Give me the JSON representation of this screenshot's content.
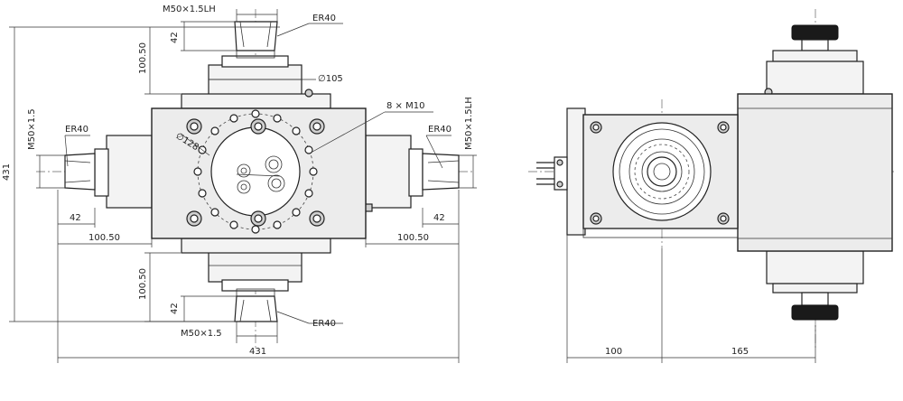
{
  "labels": {
    "m50_lh_top": "M50×1.5LH",
    "er40_top": "ER40",
    "dim_42_top": "42",
    "dim_100_50_top": "100.50",
    "phi_105": "∅105",
    "m10": "8 × M10",
    "phi_128": "∅128",
    "er40_left": "ER40",
    "m50_left": "M50×1.5",
    "dim_431_vertical": "431",
    "dim_42_left": "42",
    "dim_100_50_left": "100.50",
    "er40_right": "ER40",
    "m50_lh_right": "M50×1.5LH",
    "dim_42_right": "42",
    "dim_100_50_right": "100.50",
    "dim_100_50_bottom": "100.50",
    "dim_42_bottom": "42",
    "er40_bottom": "ER40",
    "m50_bottom": "M50×1.5",
    "dim_431_horizontal": "431",
    "dim_100_side": "100",
    "dim_165_side": "165"
  },
  "colors": {
    "line": "#222222",
    "fill_body": "#ececec",
    "knob": "#1a1a1a"
  }
}
